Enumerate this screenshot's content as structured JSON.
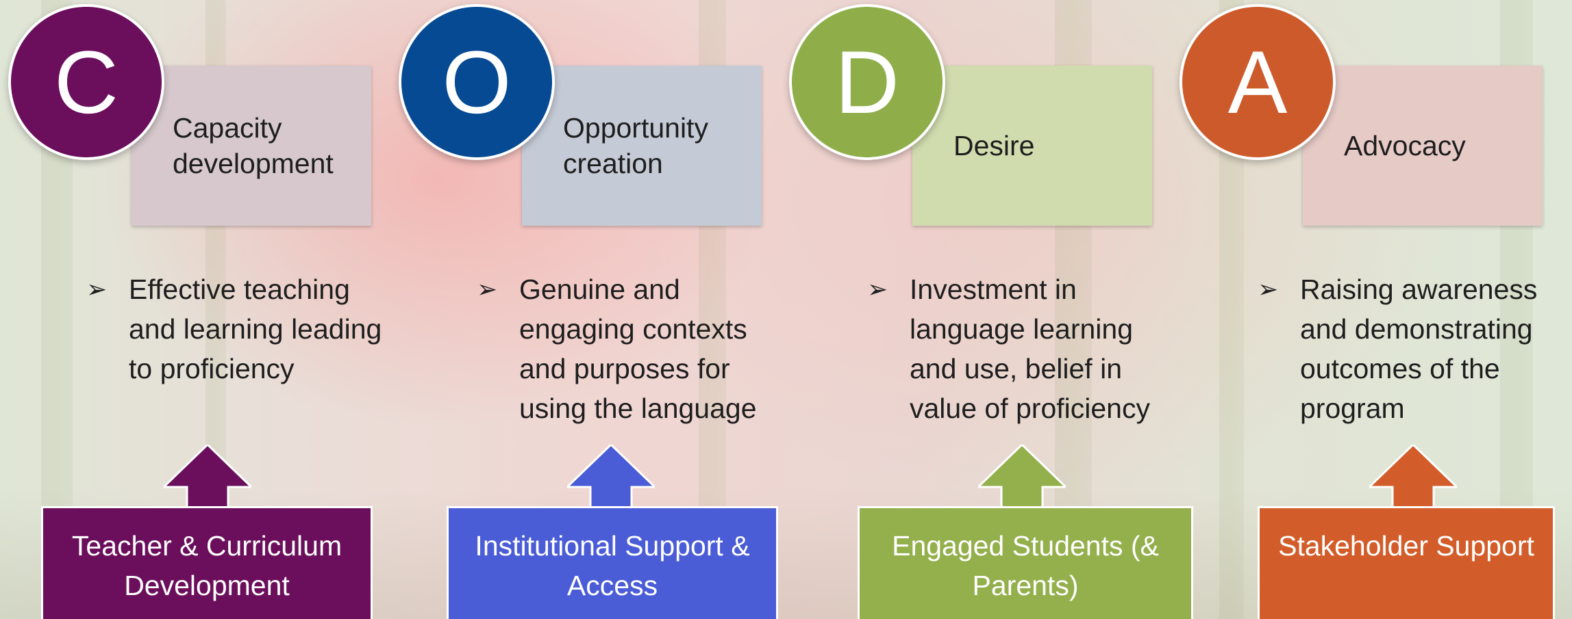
{
  "columns": [
    {
      "letter": "C",
      "label": "Capacity development",
      "description": "Effective teaching and learning leading to proficiency",
      "support": "Teacher & Curriculum Development",
      "circle_color": "#6b0f5c",
      "box_color": "#d6c8cc",
      "support_color": "#6b0f5c"
    },
    {
      "letter": "O",
      "label": "Opportunity creation",
      "description": "Genuine and engaging contexts and purposes for using the language",
      "support": "Institutional Support & Access",
      "circle_color": "#064a93",
      "box_color": "#c4cad6",
      "support_color": "#4a5cd6"
    },
    {
      "letter": "D",
      "label": "Desire",
      "description": "Investment in language learning and use, belief in value of proficiency",
      "support": "Engaged Students (& Parents)",
      "circle_color": "#8fae4a",
      "box_color": "#d0dbae",
      "support_color": "#93b04c"
    },
    {
      "letter": "A",
      "label": "Advocacy",
      "description": "Raising awareness and demonstrating outcomes of the program",
      "support": "Stakeholder Support",
      "circle_color": "#cd5a2a",
      "box_color": "#e6cac6",
      "support_color": "#d35d2a"
    }
  ]
}
